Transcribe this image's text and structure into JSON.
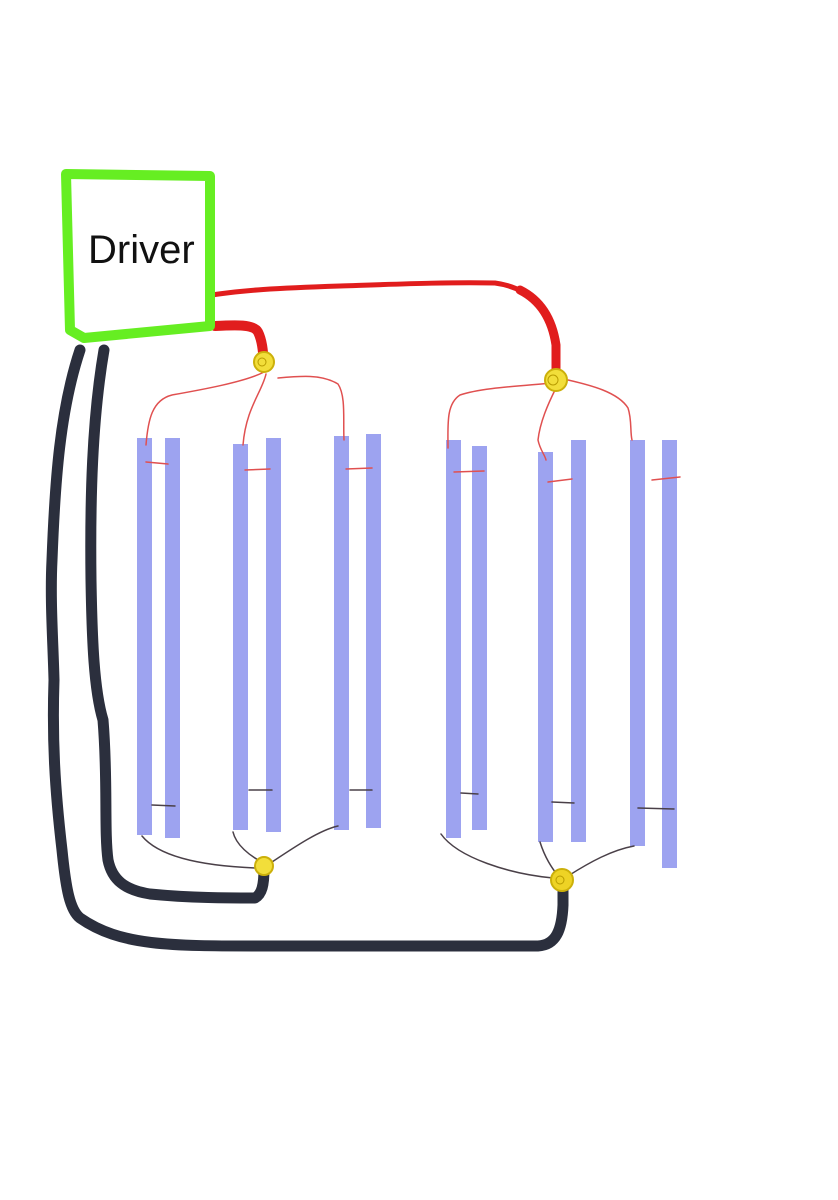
{
  "driver": {
    "label": "Driver"
  },
  "colors": {
    "driver_border": "#66ee22",
    "positive_wire": "#e11d1d",
    "negative_wire": "#2b2f3d",
    "strip": "#9da3f0",
    "junction": "#ecd21a",
    "thin_positive": "#e05050",
    "thin_negative": "#4a4048"
  },
  "groups": [
    {
      "strips": 6,
      "pairs": 3
    },
    {
      "strips": 6,
      "pairs": 3
    }
  ]
}
